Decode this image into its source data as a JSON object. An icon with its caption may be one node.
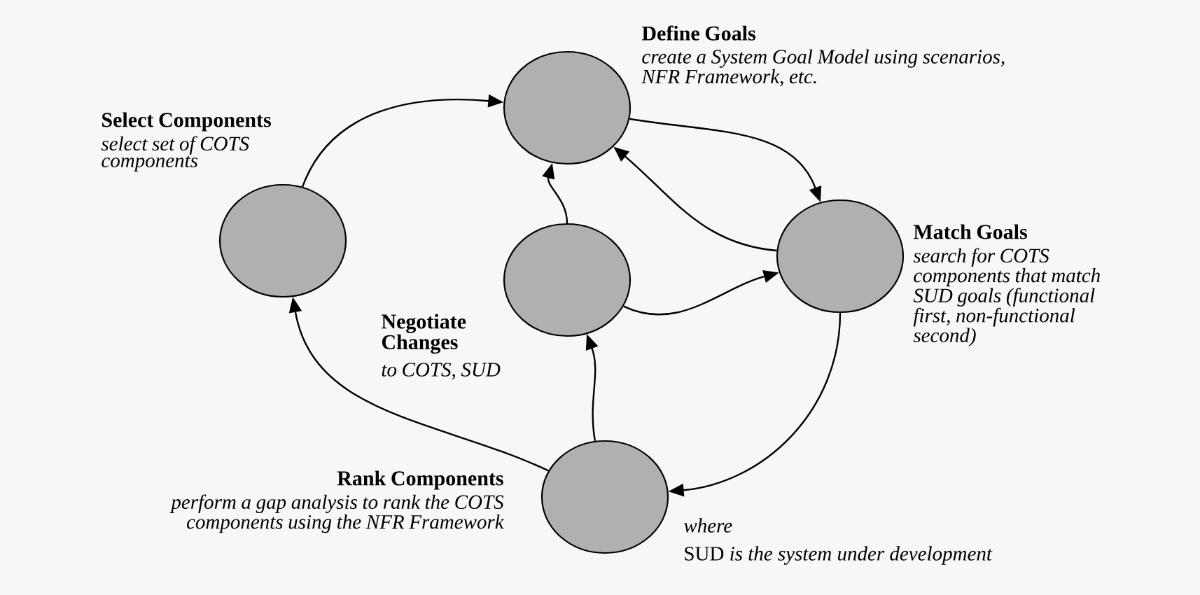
{
  "diagram": {
    "nodes": [
      {
        "text": [
          "Define Goals",
          "create a System Goal Model using scenarios, NFR Framework, etc."
        ]
      },
      {
        "text": [
          "Select Components",
          "select set of COTS components"
        ]
      },
      {
        "text": [
          "Match Goals",
          "search for COTS components that match SUD goals (functional first, non-functional second)"
        ]
      },
      {
        "text": [
          "Negotiate Changes",
          "to COTS, SUD"
        ]
      },
      {
        "text": [
          "Rank Components",
          "perform a gap analysis to rank the COTS components using the NFR Framework"
        ]
      }
    ],
    "edges": [
      {
        "from": 1,
        "to": 0,
        "arrow": "to"
      },
      {
        "from": 0,
        "to": 2,
        "arrow": "to"
      },
      {
        "from": 2,
        "to": 0,
        "arrow": "to"
      },
      {
        "from": 3,
        "to": 0,
        "arrow": "to"
      },
      {
        "from": 3,
        "to": 2,
        "arrow": "to"
      },
      {
        "from": 2,
        "to": 4,
        "arrow": "to"
      },
      {
        "from": 4,
        "to": 3,
        "arrow": "to"
      },
      {
        "from": 4,
        "to": 1,
        "arrow": "to"
      }
    ],
    "labels": [
      "where",
      "SUD *is the system under development*"
    ]
  }
}
